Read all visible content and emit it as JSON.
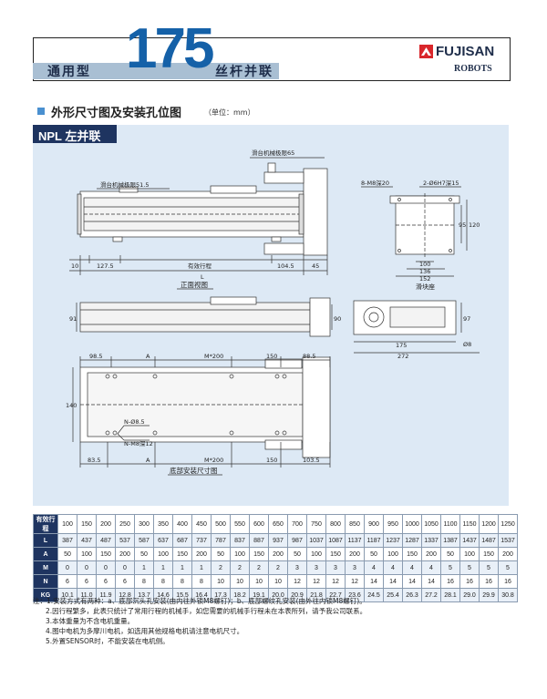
{
  "header": {
    "series_label": "通用型",
    "model_number": "175",
    "suffix_label": "丝杆并联",
    "brand_name": "FUJISAN",
    "brand_sub": "ROBOTS"
  },
  "section": {
    "title": "外形尺寸图及安装孔位图",
    "unit": "（单位：mm）",
    "tab_label": "NPL 左并联"
  },
  "drawing_labels": {
    "front_view_title": "正面视图",
    "bottom_view_title": "底部安装尺寸图",
    "slider_title": "滑块座",
    "limit_right": "滑台机械极限65",
    "limit_left": "滑台机械极限51.5",
    "slider_holes": "8-M8深20",
    "slider_pins": "2-Ø6H7深15",
    "dim_10": "10",
    "dim_127_5": "127.5",
    "stroke": "有效行程",
    "dim_104_5": "104.5",
    "dim_45": "45",
    "dim_L": "L",
    "dim_95": "95",
    "dim_120": "120",
    "dim_100": "100",
    "dim_136": "136",
    "dim_152": "152",
    "dim_91": "91",
    "dim_90": "90",
    "dim_175": "175",
    "dim_272": "272",
    "dim_97": "97",
    "dim_phi": "Ø8",
    "dim_98_5": "98.5",
    "dim_A": "A",
    "dim_M200": "M*200",
    "dim_150": "150",
    "dim_88_5": "88.5",
    "dim_140": "140",
    "hole_N": "N-Ø8.5",
    "hole_N_deep": "N-M8深12",
    "dim_83_5": "83.5",
    "dim_103_5": "103.5"
  },
  "table": {
    "rows": [
      {
        "label": "有效行程",
        "values": [
          "100",
          "150",
          "200",
          "250",
          "300",
          "350",
          "400",
          "450",
          "500",
          "550",
          "600",
          "650",
          "700",
          "750",
          "800",
          "850",
          "900",
          "950",
          "1000",
          "1050",
          "1100",
          "1150",
          "1200",
          "1250"
        ]
      },
      {
        "label": "L",
        "values": [
          "387",
          "437",
          "487",
          "537",
          "587",
          "637",
          "687",
          "737",
          "787",
          "837",
          "887",
          "937",
          "987",
          "1037",
          "1087",
          "1137",
          "1187",
          "1237",
          "1287",
          "1337",
          "1387",
          "1437",
          "1487",
          "1537"
        ]
      },
      {
        "label": "A",
        "values": [
          "50",
          "100",
          "150",
          "200",
          "50",
          "100",
          "150",
          "200",
          "50",
          "100",
          "150",
          "200",
          "50",
          "100",
          "150",
          "200",
          "50",
          "100",
          "150",
          "200",
          "50",
          "100",
          "150",
          "200"
        ]
      },
      {
        "label": "M",
        "values": [
          "0",
          "0",
          "0",
          "0",
          "1",
          "1",
          "1",
          "1",
          "2",
          "2",
          "2",
          "2",
          "3",
          "3",
          "3",
          "3",
          "4",
          "4",
          "4",
          "4",
          "5",
          "5",
          "5",
          "5"
        ]
      },
      {
        "label": "N",
        "values": [
          "6",
          "6",
          "6",
          "6",
          "8",
          "8",
          "8",
          "8",
          "10",
          "10",
          "10",
          "10",
          "12",
          "12",
          "12",
          "12",
          "14",
          "14",
          "14",
          "14",
          "16",
          "16",
          "16",
          "16"
        ]
      },
      {
        "label": "KG",
        "values": [
          "10.1",
          "11.0",
          "11.9",
          "12.8",
          "13.7",
          "14.6",
          "15.5",
          "16.4",
          "17.3",
          "18.2",
          "19.1",
          "20.0",
          "20.9",
          "21.8",
          "22.7",
          "23.6",
          "24.5",
          "25.4",
          "26.3",
          "27.2",
          "28.1",
          "29.0",
          "29.9",
          "30.8"
        ]
      }
    ]
  },
  "notes": [
    "注：1.安装方式有两种：a、底部沉头孔安装(由内往外锁M8螺钉)；b、底部螺纹孔安装(由外往内锁M8螺钉)。",
    "2.因行程繁多，此表只统计了常用行程的机械手，如您需要的机械手行程未在本表所列，请予我公司联系。",
    "3.本体重量为不含电机重量。",
    "4.图中电机为多摩川电机，如选用其他规格电机请注意电机尺寸。",
    "5.外置SENSOR时，不能安装在电机侧。"
  ],
  "colors": {
    "accent_blue": "#1561a8",
    "header_bar": "#a9bfd3",
    "panel_bg": "#dde9f5",
    "navy": "#1e3460",
    "logo_red": "#d9262b"
  }
}
